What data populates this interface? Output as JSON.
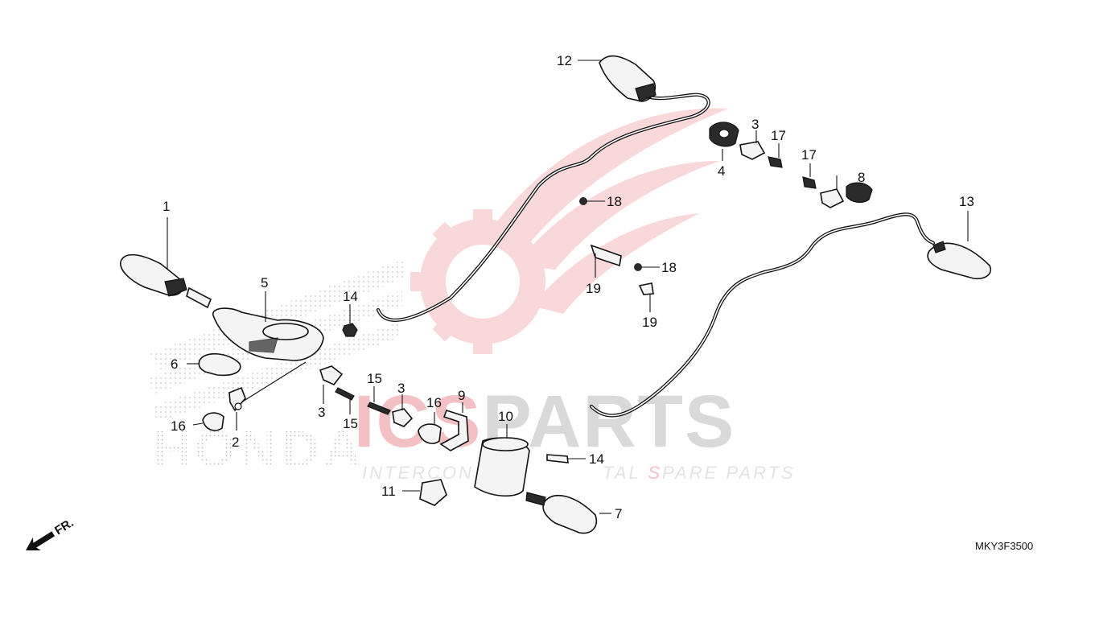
{
  "diagram": {
    "drawing_code": "MKY3F3500",
    "front_indicator": "FR.",
    "callouts": [
      "1",
      "2",
      "3",
      "3",
      "3",
      "4",
      "5",
      "6",
      "7",
      "8",
      "9",
      "10",
      "11",
      "12",
      "13",
      "14",
      "14",
      "15",
      "15",
      "16",
      "16",
      "17",
      "17",
      "18",
      "18",
      "19",
      "19"
    ]
  },
  "watermark": {
    "brand_main_left": "ICS",
    "brand_main_right": "PARTS",
    "tagline_left": "INTERCON",
    "tagline_mid": "TAL ",
    "tagline_s": "S",
    "tagline_right": "PARE PARTS",
    "honda_text": "HONDA"
  },
  "colors": {
    "logo_red": "#e8505b",
    "watermark_gray": "#d9d9d9",
    "line": "#111111"
  }
}
